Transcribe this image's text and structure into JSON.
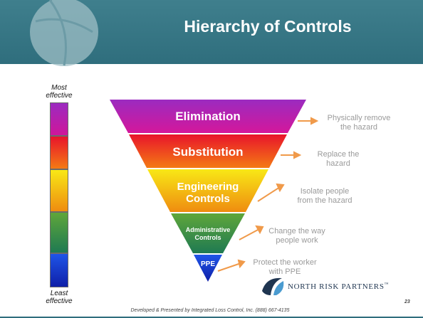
{
  "slide": {
    "title": "Hierarchy of Controls",
    "scale": {
      "top_label_line1": "Most",
      "top_label_line2": "effective",
      "bottom_label_line1": "Least",
      "bottom_label_line2": "effective"
    },
    "levels": [
      {
        "name": "Elimination",
        "desc_line1": "Physically remove",
        "desc_line2": "the hazard",
        "color_top": "#9b2bc0",
        "color_bottom": "#cf169a"
      },
      {
        "name": "Substitution",
        "desc_line1": "Replace the",
        "desc_line2": "hazard",
        "color_top": "#e8142b",
        "color_bottom": "#f47a14"
      },
      {
        "name_line1": "Engineering",
        "name_line2": "Controls",
        "desc_line1": "Isolate people",
        "desc_line2": "from the hazard",
        "color_top": "#f8e816",
        "color_bottom": "#ef8c10"
      },
      {
        "name_line1": "Administrative",
        "name_line2": "Controls",
        "desc_line1": "Change the way",
        "desc_line2": "people work",
        "color_top": "#5fa63a",
        "color_bottom": "#1f7a52"
      },
      {
        "name": "PPE",
        "desc_line1": "Protect the worker",
        "desc_line2": "with PPE",
        "color_top": "#1f55e8",
        "color_bottom": "#0f1fa8"
      }
    ],
    "arrow_color": "#f09a4a",
    "header_color": "#2f6e7d",
    "footer": "Developed & Presented by Integrated Loss Control, Inc. (888) 667-4135",
    "page_number": "23",
    "logo": {
      "text": "North Risk Partners",
      "tm": "™"
    }
  }
}
